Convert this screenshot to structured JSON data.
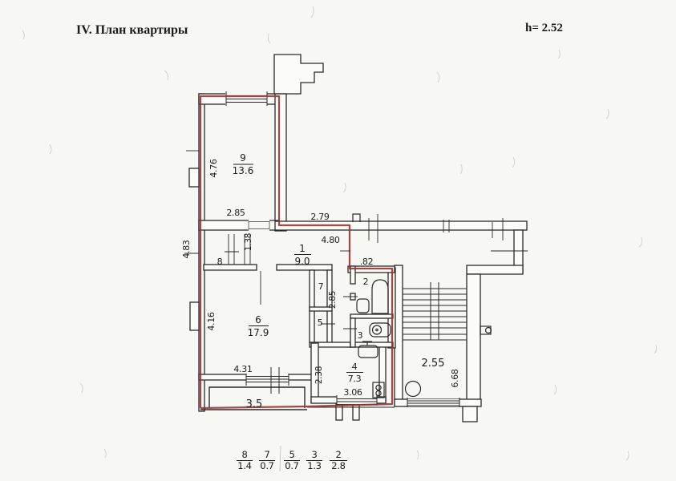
{
  "title": "IV. План квартиры",
  "ceiling_height": "h= 2.52",
  "rooms": {
    "room9": {
      "num": "9",
      "area": "13.6"
    },
    "room1": {
      "num": "1",
      "area": "9.0"
    },
    "room6": {
      "num": "6",
      "area": "17.9"
    },
    "room4": {
      "num": "4",
      "area": "7.3"
    },
    "room8": {
      "num": "8"
    },
    "room7": {
      "num": "7"
    },
    "room5": {
      "num": "5"
    },
    "room2": {
      "num": "2"
    },
    "room3": {
      "num": "3"
    },
    "balcony": {
      "area": "3.5"
    }
  },
  "dimensions": {
    "room9_w": "2.85",
    "room9_h": "4.76",
    "hall_top": "2.79",
    "corridor_len": "4.80",
    "closet_w": "1.38",
    "passage": ".82",
    "left_wall": "4.83",
    "room6_h": "4.16",
    "room6_w": "4.31",
    "closet_col": "2.85",
    "kitchen_h": "2.38",
    "kitchen_w": "3.06",
    "landing_w": "2.55",
    "landing_h": "6.68"
  },
  "legend": {
    "items": [
      {
        "num": "8",
        "area": "1.4"
      },
      {
        "num": "7",
        "area": "0.7"
      },
      {
        "num": "5",
        "area": "0.7"
      },
      {
        "num": "3",
        "area": "1.3"
      },
      {
        "num": "2",
        "area": "2.8"
      }
    ]
  },
  "colors": {
    "boundary": "#9a3332",
    "wall": "#2a2a2a",
    "paper": "#f7f7f3"
  }
}
